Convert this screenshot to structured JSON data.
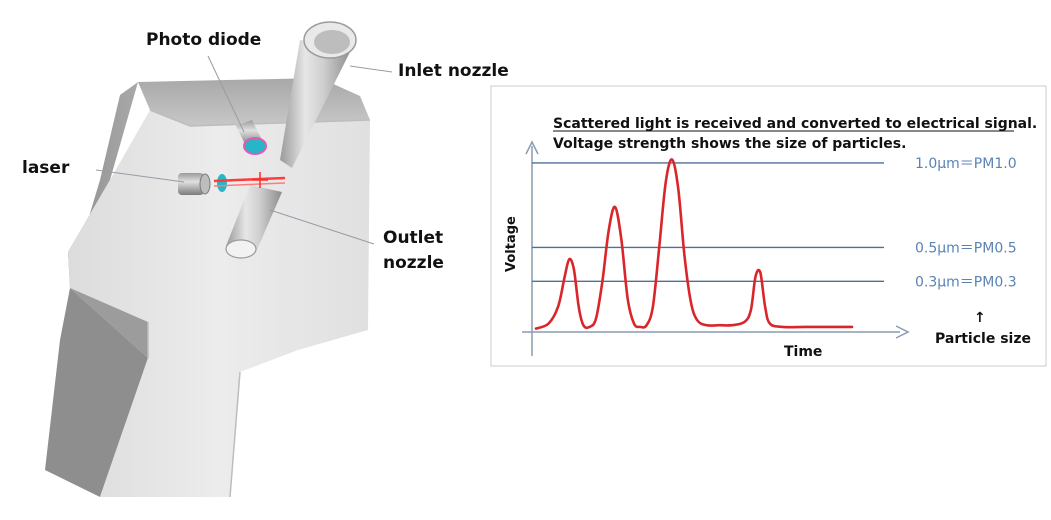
{
  "callouts": {
    "photo_diode": "Photo diode",
    "inlet_nozzle": "Inlet nozzle",
    "laser": "laser",
    "outlet_line1": "Outlet",
    "outlet_line2": "nozzle"
  },
  "chart_data": {
    "type": "line",
    "title": "Scattered light is received and converted to electrical signal.",
    "subtitle": "Voltage strength shows the size of particles.",
    "xlabel": "Time",
    "ylabel": "Voltage",
    "x_annotation_arrow": "↑",
    "x_annotation": "Particle size",
    "line_color": "#d9262b",
    "threshold_color": "#4d6f99",
    "thresholds": [
      {
        "label": "1.0μm＝PM1.0",
        "value": 1.0
      },
      {
        "label": "0.5μm＝PM0.5",
        "value": 0.5
      },
      {
        "label": "0.3μm＝PM0.3",
        "value": 0.3
      }
    ],
    "ylim": [
      0,
      1.1
    ],
    "xlim": [
      0,
      100
    ],
    "series": [
      {
        "values": [
          [
            0,
            0.02
          ],
          [
            4,
            0.05
          ],
          [
            7,
            0.15
          ],
          [
            9,
            0.32
          ],
          [
            10.5,
            0.43
          ],
          [
            12,
            0.37
          ],
          [
            13.5,
            0.15
          ],
          [
            15,
            0.04
          ],
          [
            17,
            0.03
          ],
          [
            19,
            0.08
          ],
          [
            21,
            0.3
          ],
          [
            23,
            0.6
          ],
          [
            25,
            0.74
          ],
          [
            27,
            0.55
          ],
          [
            29,
            0.2
          ],
          [
            31,
            0.05
          ],
          [
            33,
            0.03
          ],
          [
            35,
            0.04
          ],
          [
            37,
            0.15
          ],
          [
            39,
            0.5
          ],
          [
            41,
            0.88
          ],
          [
            43,
            1.02
          ],
          [
            45,
            0.85
          ],
          [
            47,
            0.45
          ],
          [
            49,
            0.18
          ],
          [
            51,
            0.07
          ],
          [
            54,
            0.04
          ],
          [
            58,
            0.04
          ],
          [
            62,
            0.04
          ],
          [
            66,
            0.06
          ],
          [
            68,
            0.13
          ],
          [
            69.5,
            0.33
          ],
          [
            71,
            0.35
          ],
          [
            72.5,
            0.15
          ],
          [
            74,
            0.05
          ],
          [
            78,
            0.03
          ],
          [
            85,
            0.03
          ],
          [
            92,
            0.03
          ],
          [
            100,
            0.03
          ]
        ]
      }
    ]
  }
}
